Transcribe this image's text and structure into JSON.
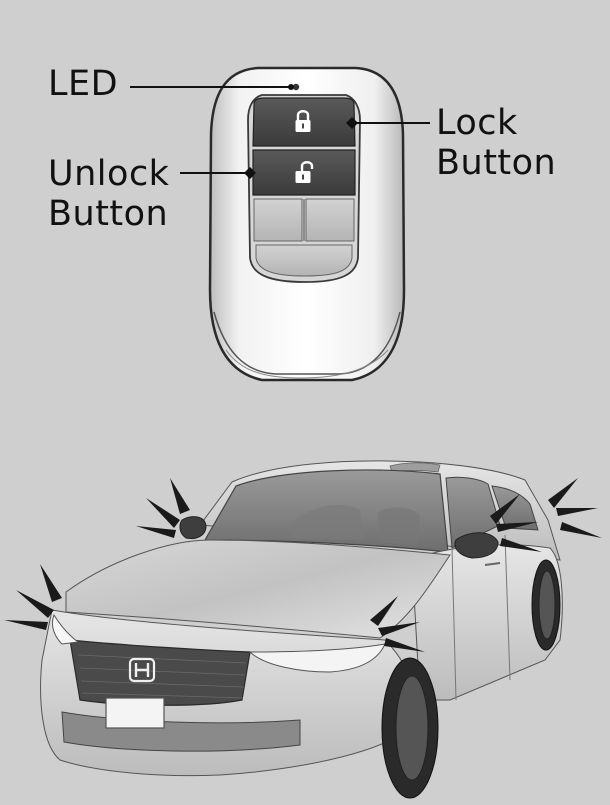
{
  "labels": {
    "led": "LED",
    "lock_line1": "Lock",
    "lock_line2": "Button",
    "unlock_line1": "Unlock",
    "unlock_line2": "Button"
  },
  "icons": {
    "lock": "lock-closed-icon",
    "unlock": "lock-open-icon",
    "emblem": "honda-emblem-icon",
    "flash": "flash-indicator-icon"
  },
  "colors": {
    "background": "#cfcfcf",
    "fob_body": "#e8e8e8",
    "button_dark": "#4a4a4a",
    "flash_dark": "#1a1a1a",
    "car_body": "#dcdcdc",
    "glass": "#8c8c8c"
  }
}
